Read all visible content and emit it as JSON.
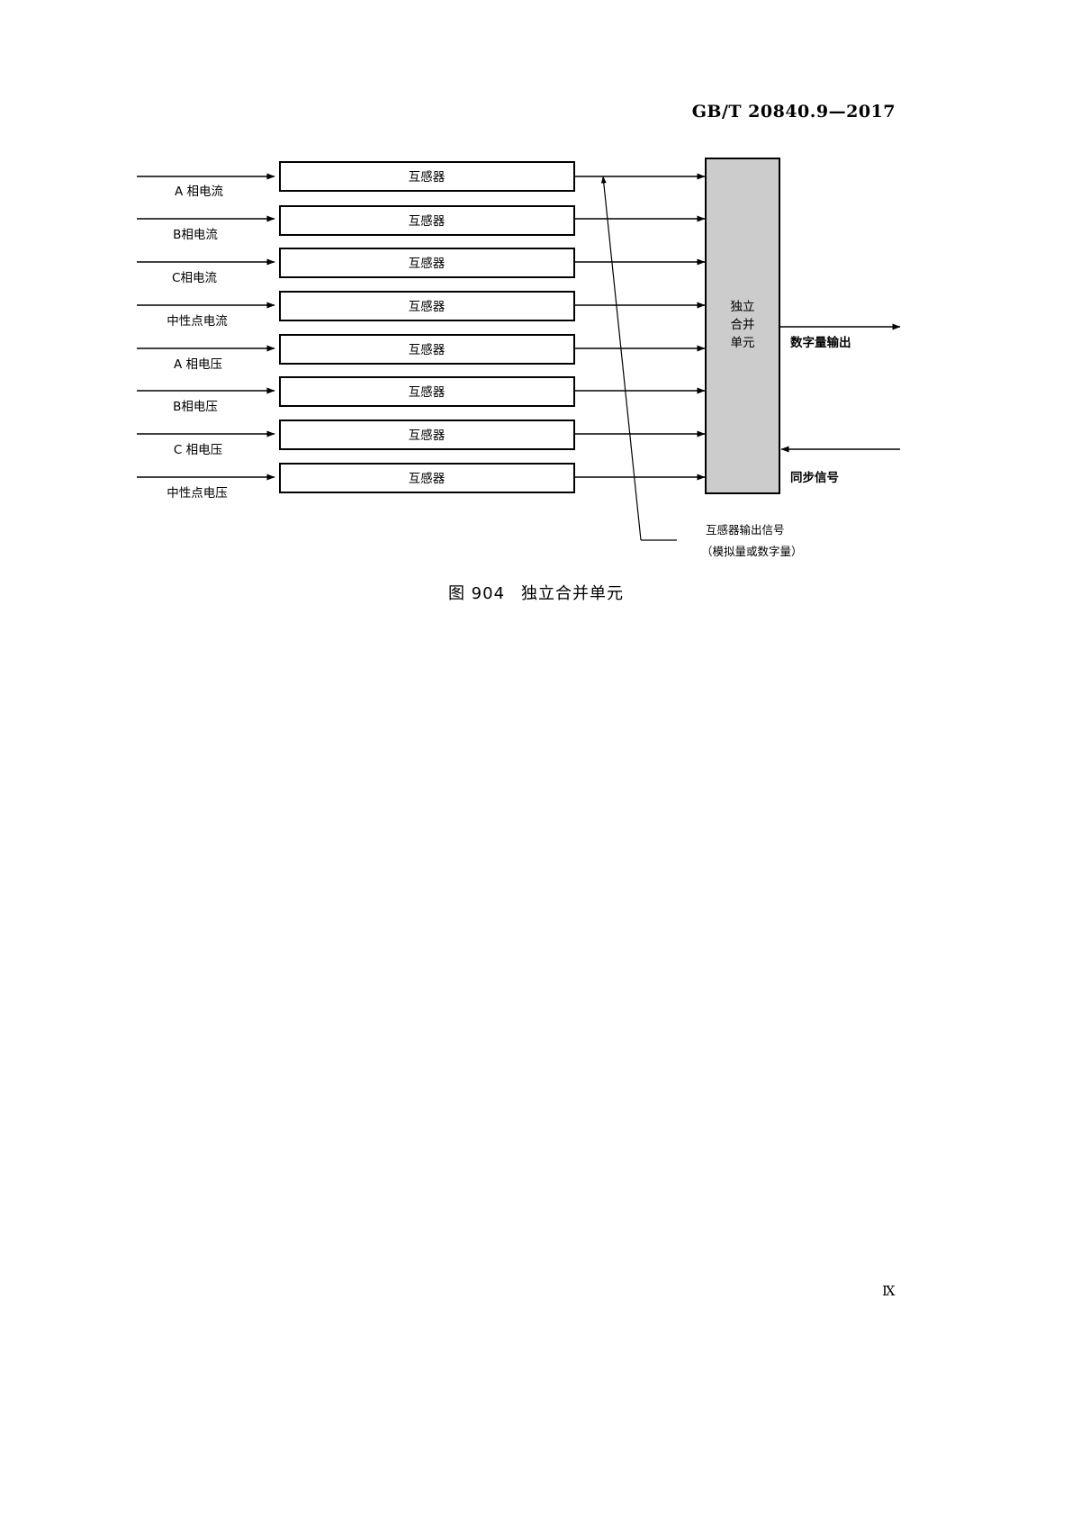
{
  "header": {
    "standard_number": "GB/T  20840.9—2017"
  },
  "footer": {
    "page_number": "Ⅸ"
  },
  "figure": {
    "caption_number": "图 904",
    "caption_title": "独立合并单元",
    "inputs": [
      {
        "label": "A 相电流",
        "box_label": "互感器"
      },
      {
        "label": "B相电流",
        "box_label": "互感器"
      },
      {
        "label": "C相电流",
        "box_label": "互感器"
      },
      {
        "label": "中性点电流",
        "box_label": "互感器"
      },
      {
        "label": "A 相电压",
        "box_label": "互感器"
      },
      {
        "label": "B相电压",
        "box_label": "互感器"
      },
      {
        "label": "C 相电压",
        "box_label": "互感器"
      },
      {
        "label": "中性点电压",
        "box_label": "互感器"
      }
    ],
    "unit": {
      "line1": "独立",
      "line2": "合并",
      "line3": "单元",
      "fill_color": "#cccccc",
      "stroke_color": "#000000"
    },
    "outputs": {
      "digital_output": "数字量输出",
      "sync_signal": "同步信号"
    },
    "annotation": {
      "line1": "互感器输出信号",
      "line2": "（模拟量或数字量）"
    }
  }
}
